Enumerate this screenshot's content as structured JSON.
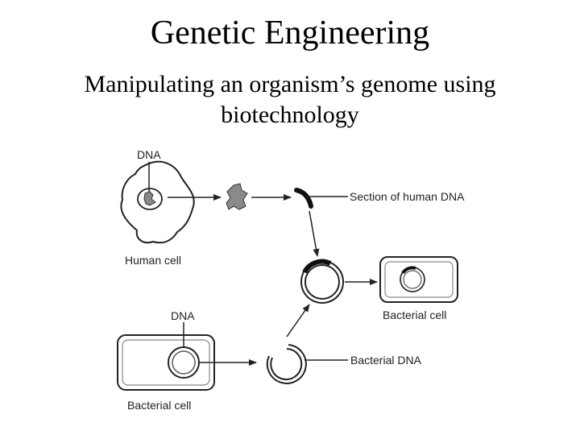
{
  "slide": {
    "title": "Genetic Engineering",
    "subtitle_line1": "Manipulating an organism’s genome using",
    "subtitle_line2": "biotechnology"
  },
  "diagram": {
    "label_dna_top": "DNA",
    "label_human_cell": "Human cell",
    "label_section_human_dna": "Section of human DNA",
    "label_bacterial_cell_right": "Bacterial cell",
    "label_dna_bottom": "DNA",
    "label_bacterial_dna": "Bacterial DNA",
    "label_bacterial_cell_bottom": "Bacterial cell"
  }
}
